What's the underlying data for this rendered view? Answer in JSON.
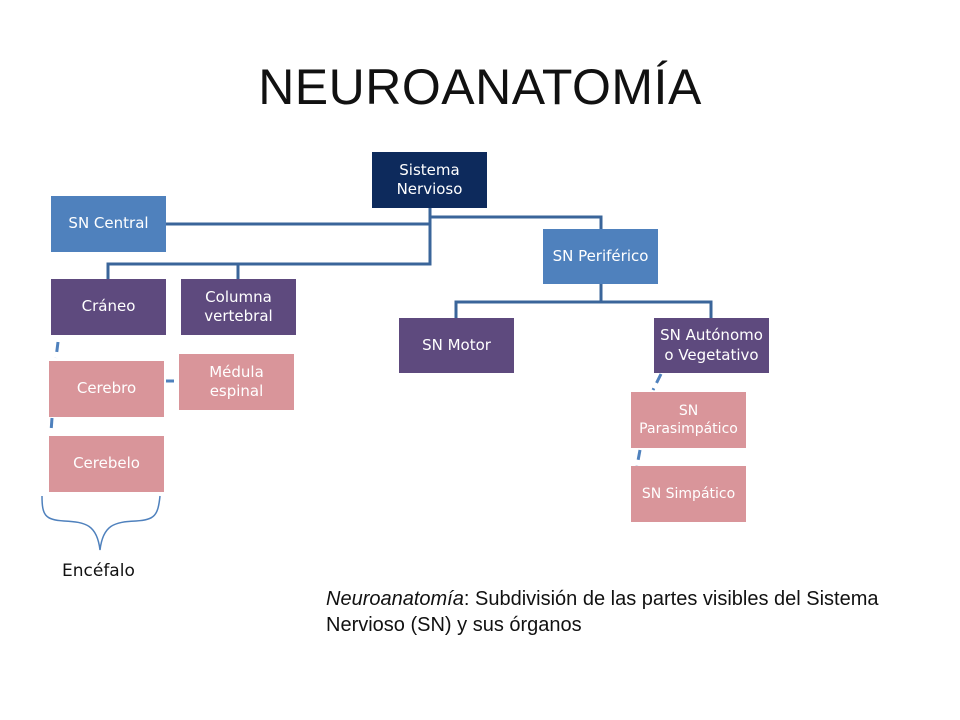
{
  "title": "NEUROANATOMÍA",
  "colors": {
    "root": "#0d2a5c",
    "level1": "#4f81bd",
    "level2": "#5e4a7e",
    "level3": "#d9959a",
    "connector": "#3a659a",
    "dashed": "#4f81bd"
  },
  "nodes": {
    "sistema_nervioso": "Sistema\nNervioso",
    "sn_central": "SN Central",
    "sn_periferico": "SN Periférico",
    "craneo": "Cráneo",
    "columna_vertebral": "Columna\nvertebral",
    "medula_espinal": "Médula\nespinal",
    "cerebro": "Cerebro",
    "cerebelo": "Cerebelo",
    "sn_motor": "SN Motor",
    "sn_autonomo": "SN Autónomo\no Vegetativo",
    "sn_parasimpatico": "SN\nParasimpático",
    "sn_simpatico": "SN Simpático"
  },
  "brace_label": "Encéfalo",
  "caption": {
    "term": "Neuroanatomía",
    "text": ": Subdivisión de las partes visibles del Sistema Nervioso (SN) y sus órganos"
  }
}
